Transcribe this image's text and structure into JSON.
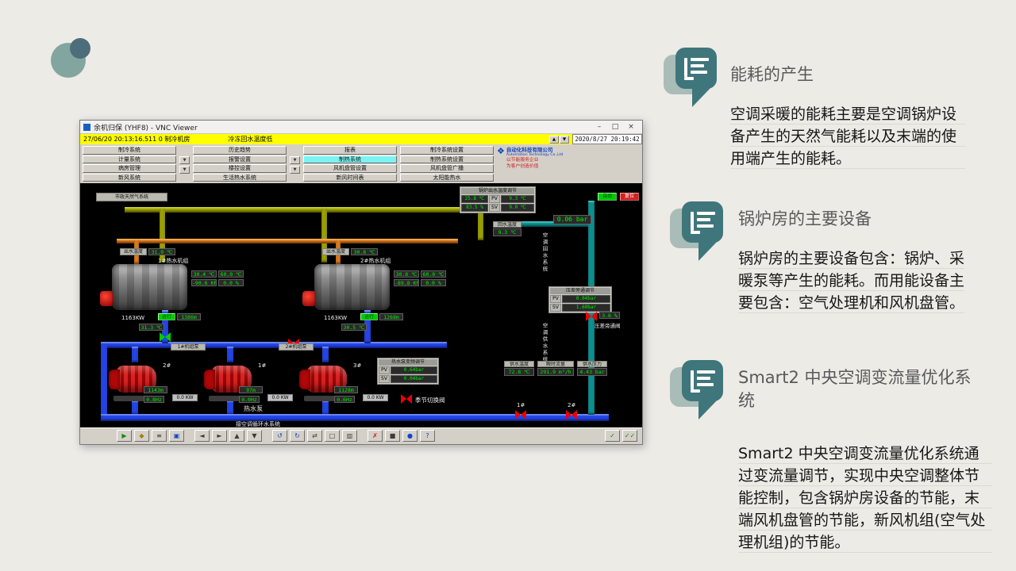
{
  "slide": {
    "sections": [
      {
        "title": "能耗的产生",
        "body": "空调采暖的能耗主要是空调锅炉设备产生的天然气能耗以及末端的使用端产生的能耗。"
      },
      {
        "title": "锅炉房的主要设备",
        "body": "锅炉房的主要设备包含：锅炉、采暖泵等产生的能耗。而用能设备主要包含：空气处理机和风机盘管。"
      },
      {
        "title": "Smart2 中央空调变流量优化系统",
        "body": "Smart2 中央空调变流量优化系统通过变流量调节，实现中央空调整体节能控制，包含锅炉房设备的节能，末端风机盘管的节能，新风机组(空气处理机组)的节能。"
      }
    ]
  },
  "vnc": {
    "window_title": "余机归保 (YHF8) - VNC Viewer",
    "controls": {
      "minimize": "–",
      "maximize": "□",
      "close": "×"
    },
    "alarm": {
      "text": "27/06/20 20:13:16.511 0   制冷机房",
      "message": "冷冻回水温度低",
      "btn_up": "▲",
      "btn_down": "▼"
    },
    "datetime": "2020/8/27 20:19:42",
    "logo": {
      "mark": "❖",
      "company": "自动化科技有限公司",
      "en": "Automation Technology Co.,Ltd",
      "slogan1": "以节能服务企业",
      "slogan2": "为客户创造价值"
    },
    "menu": {
      "gap_glyph": "▼",
      "rows": [
        [
          "制冷系统",
          "历史趋势",
          "报表",
          "制冷系统设置"
        ],
        [
          "计量系统",
          "报警设置",
          "制热系统",
          "制热系统设置"
        ],
        [
          "病房管理",
          "楼控设置",
          "风机盘管设置",
          "风机盘管广播"
        ],
        [
          "新风系统",
          "生活热水系统",
          "新风时间表",
          "太阳能热水"
        ]
      ]
    },
    "scada": {
      "gas_label": "市政天然气系统",
      "boilers": [
        {
          "name": "1#热水机组",
          "supply_tag": "出水温度",
          "supply": "31.0 ℃",
          "v1": "30.4 ℃",
          "v2": "60.0 ℃",
          "v3": "-90.6 KPa",
          "v4": "0.0 %",
          "power": "1163KW",
          "run": "运行",
          "hours": "1386m",
          "ret": "31.3 ℃",
          "pump_tag": "1#机组泵"
        },
        {
          "name": "2#热水机组",
          "supply_tag": "出水温度",
          "supply": "30.8 ℃",
          "v1": "30.8 ℃",
          "v2": "60.0 ℃",
          "v3": "-89.8 KPa",
          "v4": "0.0 %",
          "power": "1163KW",
          "run": "运行",
          "hours": "1268m",
          "ret": "30.5 ℃",
          "pump_tag": "2#机组泵"
        }
      ],
      "pumps": [
        {
          "id": "2#",
          "hours": "1143m",
          "kw": "0.0 KW",
          "hz": "0.8Hz"
        },
        {
          "id": "1#",
          "hours": "97m",
          "kw": "0.0 KW",
          "hz": "0.0Hz"
        },
        {
          "id": "3#",
          "hours": "1128m",
          "kw": "0.0 KW",
          "hz": "0.6Hz"
        }
      ],
      "pump_group": "热水泵",
      "bottom_label": "接空调循环水系统",
      "vlabel_return": "空调回水系统",
      "vlabel_supply": "空调供水系统",
      "panel_boiler": {
        "title": "锅炉出水温度调节",
        "big1": "25.8 ℃",
        "big2": "83.5 %",
        "pv_tag": "PV",
        "pv": "9.3 ℃",
        "sv_tag": "SV",
        "sv": "9.0 ℃"
      },
      "ret_tag": "回水温度",
      "ret_val": "9.3 ℃",
      "press_meter": "0.06 bar",
      "btn_auto": "自动",
      "btn_reset": "复位",
      "panel_bypass": {
        "title": "压差旁通调节",
        "pv_tag": "PV",
        "pv": "0.04bar",
        "sv_tag": "SV",
        "sv": "1.60bar",
        "pct": "3.6 %",
        "valve_label": "压差旁通阀"
      },
      "panel_freq": {
        "title": "热水泵变频调节",
        "pv_tag": "PV",
        "pv": "0.64bar",
        "sv_tag": "SV",
        "sv": "0.04bar"
      },
      "season_valve": "季节切换阀",
      "meters": {
        "t_tag": "供水温度",
        "t": "72.8 ℃",
        "f_tag": "瞬时流量",
        "f": "291.9 m³/h",
        "p_tag": "供水压力",
        "p": "4.43 bar"
      },
      "valve_ids": [
        "1#",
        "2#"
      ]
    },
    "toolbar": {
      "icons": [
        {
          "name": "run",
          "glyph": "▶"
        },
        {
          "name": "key",
          "glyph": "◆"
        },
        {
          "name": "print",
          "glyph": "≡"
        },
        {
          "name": "monitor",
          "glyph": "▣"
        },
        {
          "name": "back",
          "glyph": "◄"
        },
        {
          "name": "forward",
          "glyph": "►"
        },
        {
          "name": "up",
          "glyph": "▲"
        },
        {
          "name": "down",
          "glyph": "▼"
        },
        {
          "name": "undo",
          "glyph": "↺"
        },
        {
          "name": "redo",
          "glyph": "↻"
        },
        {
          "name": "transfer",
          "glyph": "⇄"
        },
        {
          "name": "page",
          "glyph": "□"
        },
        {
          "name": "copy",
          "glyph": "▥"
        },
        {
          "name": "close",
          "glyph": "✗"
        },
        {
          "name": "lock",
          "glyph": "■"
        },
        {
          "name": "info",
          "glyph": "●"
        },
        {
          "name": "help",
          "glyph": "?"
        },
        {
          "name": "ack",
          "glyph": "✓"
        },
        {
          "name": "confirm",
          "glyph": "✓✓"
        }
      ]
    }
  }
}
